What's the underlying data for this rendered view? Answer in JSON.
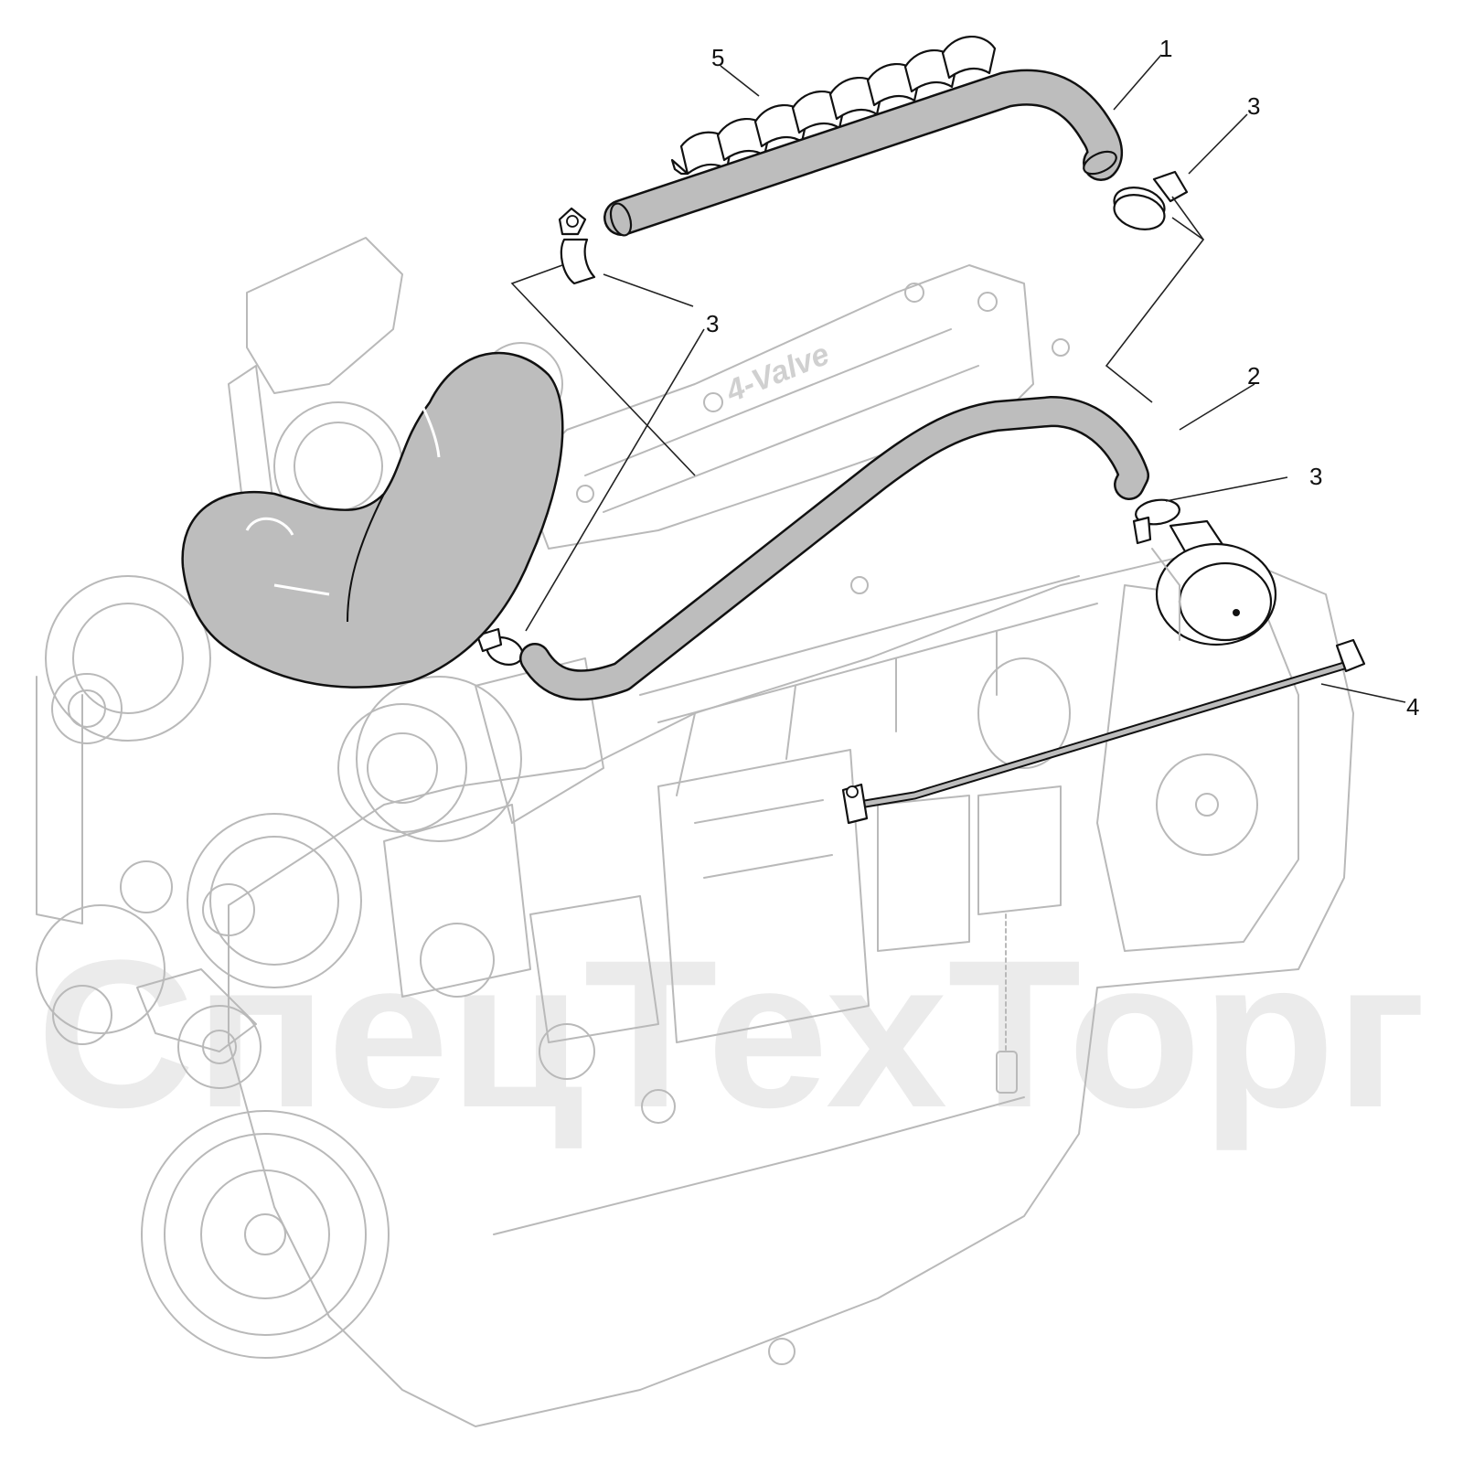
{
  "diagram": {
    "engine_badge": "4-Valve",
    "watermark": "СпецТехТорг",
    "callouts": [
      {
        "id": "c1",
        "label": "1"
      },
      {
        "id": "c2",
        "label": "2"
      },
      {
        "id": "c3a",
        "label": "3"
      },
      {
        "id": "c3b",
        "label": "3"
      },
      {
        "id": "c3c",
        "label": "3"
      },
      {
        "id": "c4",
        "label": "4"
      },
      {
        "id": "c5",
        "label": "5"
      }
    ],
    "colors": {
      "hose_fill": "#bdbdbd",
      "outline": "#111111",
      "engine_ghost": "#b9b9b9",
      "watermark": "#ebebeb"
    }
  }
}
